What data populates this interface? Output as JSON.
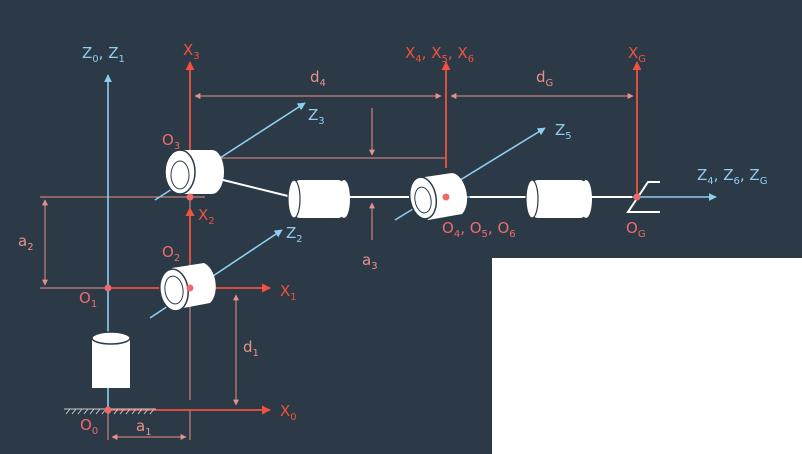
{
  "colors": {
    "background": "#2c3a47",
    "z_axis": "#8ecdf0",
    "x_axis": "#f0523c",
    "dimension": "#e8908a",
    "joint": "#ffffff",
    "label": "#e8e8e8",
    "ground": "#c8c8c8",
    "overlay": "#ffffff"
  },
  "labels": {
    "z0_z1": {
      "a": "Z",
      "as": "0",
      "sep": ", ",
      "b": "Z",
      "bs": "1"
    },
    "x3": {
      "a": "X",
      "as": "3"
    },
    "x4_x5_x6": {
      "a": "X",
      "as": "4",
      "sep1": ", ",
      "b": "X",
      "bs": "5",
      "sep2": ", ",
      "c": "X",
      "cs": "6"
    },
    "xg": {
      "a": "X",
      "as": "G"
    },
    "d4": {
      "a": "d",
      "as": "4"
    },
    "dg": {
      "a": "d",
      "as": "G"
    },
    "z3": {
      "a": "Z",
      "as": "3"
    },
    "z5": {
      "a": "Z",
      "as": "5"
    },
    "o3": {
      "a": "O",
      "as": "3"
    },
    "z4_z6_zg": {
      "a": "Z",
      "as": "4",
      "sep1": ", ",
      "b": "Z",
      "bs": "6",
      "sep2": ", ",
      "c": "Z",
      "cs": "G"
    },
    "x2": {
      "a": "X",
      "as": "2"
    },
    "z2": {
      "a": "Z",
      "as": "2"
    },
    "a2": {
      "a": "a",
      "as": "2"
    },
    "o4_o5_o6": {
      "a": "O",
      "as": "4",
      "sep1": ", ",
      "b": "O",
      "bs": "5",
      "sep2": ", ",
      "c": "O",
      "cs": "6"
    },
    "og": {
      "a": "O",
      "as": "G"
    },
    "a3": {
      "a": "a",
      "as": "3"
    },
    "o2": {
      "a": "O",
      "as": "2"
    },
    "o1": {
      "a": "O",
      "as": "1"
    },
    "x1": {
      "a": "X",
      "as": "1"
    },
    "d1": {
      "a": "d",
      "as": "1"
    },
    "x0": {
      "a": "X",
      "as": "0"
    },
    "o0": {
      "a": "O",
      "as": "0"
    },
    "a1": {
      "a": "a",
      "as": "1"
    }
  }
}
